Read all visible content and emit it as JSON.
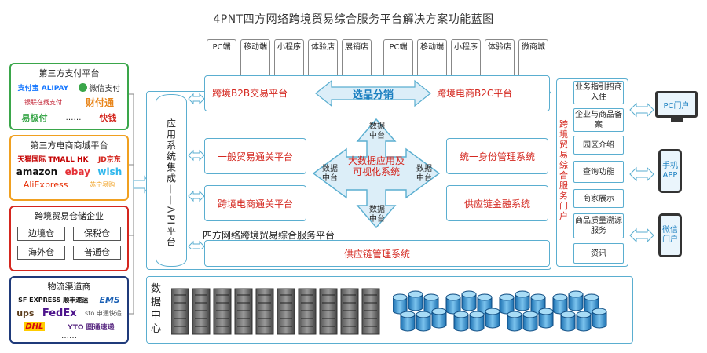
{
  "title": "4PNT四方网络跨境贸易综合服务平台解决方案功能蓝图",
  "left": {
    "payment": {
      "title": "第三方支付平台",
      "logos": [
        "支付宝 ALIPAY",
        "微信支付",
        "银联在线支付",
        "财付通",
        "易极付",
        "……",
        "快钱"
      ]
    },
    "ecommerce": {
      "title": "第三方电商商城平台",
      "logos": [
        "天猫国际 TMALL HK",
        "JD京东",
        "amazon",
        "ebay",
        "wish",
        "AliExpress",
        "苏宁易购",
        "……"
      ]
    },
    "warehouse": {
      "title": "跨境贸易仓储企业",
      "items": [
        "边境仓",
        "保税仓",
        "海外仓",
        "普通仓"
      ]
    },
    "logistics": {
      "title": "物流渠道商",
      "logos": [
        "SF EXPRESS 顺丰速运",
        "EMS",
        "ups",
        "FedEx",
        "DHL",
        "sto 申通快递",
        "YTO 圆通速递",
        "……"
      ]
    }
  },
  "channels_left": [
    "PC端",
    "移动端",
    "小程序",
    "体验店",
    "展销店"
  ],
  "channels_right": [
    "PC端",
    "移动端",
    "小程序",
    "体验店",
    "微商城"
  ],
  "b2b_label": "跨境B2B交易平台",
  "b2c_label": "跨境电商B2C平台",
  "select_label": "选品分销",
  "api_label": "应用系统集成——API平台",
  "center": {
    "core": "大数据应用及可视化系统",
    "top": "数据中台",
    "bottom": "数据中台",
    "left": "数据中台",
    "right": "数据中台"
  },
  "systems": {
    "general_trade": "一般贸易通关平台",
    "ecommerce_clear": "跨境电商通关平台",
    "identity": "统一身份管理系统",
    "finance": "供应链金融系统",
    "supply_chain": "供应链管理系统",
    "platform_name": "四方网络跨境贸易综合服务平台"
  },
  "portal": {
    "title": "跨境贸易综合服务门户",
    "items": [
      "业务指引招商入住",
      "企业与商品备案",
      "园区介绍",
      "查询功能",
      "商家展示",
      "商品质量溯源服务",
      "资讯"
    ]
  },
  "devices": [
    "PC门户",
    "手机APP",
    "微信门户"
  ],
  "datacenter": "数据中心",
  "colors": {
    "green": "#3aa64a",
    "orange": "#f0a020",
    "red": "#d4261e",
    "navy": "#1f3a7a",
    "blue": "#5aaed0",
    "accent_text": "#d4261e"
  }
}
